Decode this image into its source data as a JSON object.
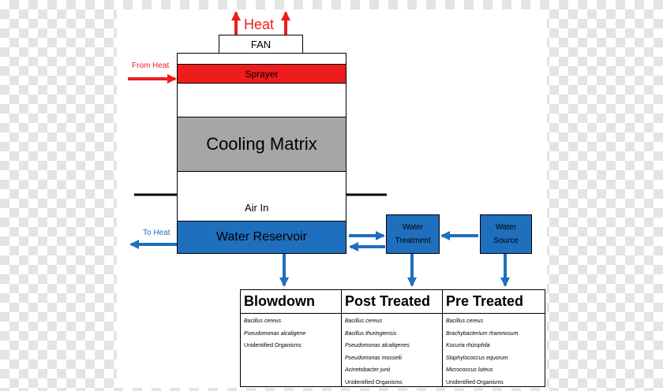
{
  "diagram": {
    "heat_top": "Heat",
    "fan": "FAN",
    "from_heat": "From Heat",
    "sprayer": "Sprayer",
    "cooling_matrix": "Cooling Matrix",
    "air_in": "Air In",
    "water_reservoir": "Water Reservoir",
    "to_heat": "To Heat",
    "water_treatment": "Water Treatment",
    "water_source": "Water Source",
    "colors": {
      "red": "#ee1c1c",
      "blue": "#1f6fbf",
      "gray": "#a6a6a6",
      "black": "#000000"
    }
  },
  "table": {
    "columns": [
      {
        "header": "Blowdown",
        "items": [
          {
            "text": "Bacillus cereus",
            "italic": true
          },
          {
            "text": "Pseudomonas alcaligene",
            "italic": true
          },
          {
            "text": "Unidentified Organisms",
            "italic": false
          }
        ]
      },
      {
        "header": "Post Treated",
        "items": [
          {
            "text": "Bacillus cereus",
            "italic": true
          },
          {
            "text": "Bacillus thuringiensis",
            "italic": true
          },
          {
            "text": "Pseudomonas alcaligenes",
            "italic": true
          },
          {
            "text": "Pseudomonas mosselii",
            "italic": true
          },
          {
            "text": "Acinetobacter junii",
            "italic": true
          },
          {
            "text": "Unidentified Organisms",
            "italic": false
          }
        ]
      },
      {
        "header": "Pre Treated",
        "items": [
          {
            "text": "Bacillus cereus",
            "italic": true
          },
          {
            "text": "Brachybacterium rhamnosum",
            "italic": true
          },
          {
            "text": "Kocuria rhizophila",
            "italic": true
          },
          {
            "text": "Staphylococcus equorum",
            "italic": true
          },
          {
            "text": "Micrococcus luteus",
            "italic": true
          },
          {
            "text": "Unidentified Organisms",
            "italic": false
          }
        ]
      }
    ]
  }
}
